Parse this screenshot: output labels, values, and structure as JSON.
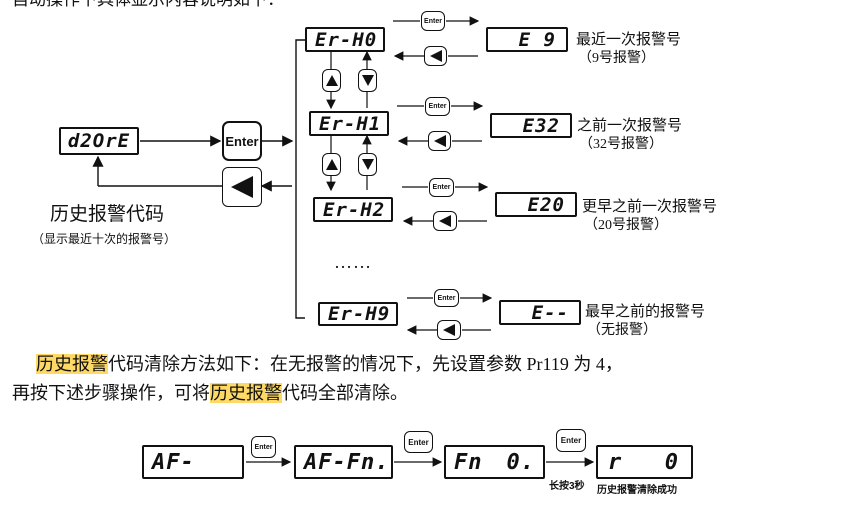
{
  "top_partial_text": "自动操作下具体显示内容说明如下：",
  "main_display": "d2OrE",
  "main_caption": "历史报警代码",
  "main_subcaption": "（显示最近十次的报警号）",
  "enter_key": "Enter",
  "ellipsis": "……",
  "history": [
    {
      "code": "Er-H0",
      "value": "E 9",
      "caption": "最近一次报警号",
      "sub": "（9号报警）"
    },
    {
      "code": "Er-H1",
      "value": "E32",
      "caption": "之前一次报警号",
      "sub": "（32号报警）"
    },
    {
      "code": "Er-H2",
      "value": "E20",
      "caption": "更早之前一次报警号",
      "sub": "（20号报警）"
    },
    {
      "code": "Er-H9",
      "value": "E--",
      "caption": "最早之前的报警号",
      "sub": "（无报警）"
    }
  ],
  "paragraph": {
    "hl1": "历史报警",
    "p1_rest": "代码清除方法如下：在无报警的情况下，先设置参数 Pr119 为 4，",
    "p2_start": "再按下述步骤操作，可将",
    "hl2": "历史报警",
    "p2_end": "代码全部清除。"
  },
  "bottom_flow": {
    "d1": "AF-",
    "d2": "AF-Fn.",
    "d3_left": "Fn",
    "d3_right": "0.",
    "d4_left": "r",
    "d4_right": "0",
    "hold_label": "长按3秒",
    "result_label": "历史报警清除成功"
  }
}
